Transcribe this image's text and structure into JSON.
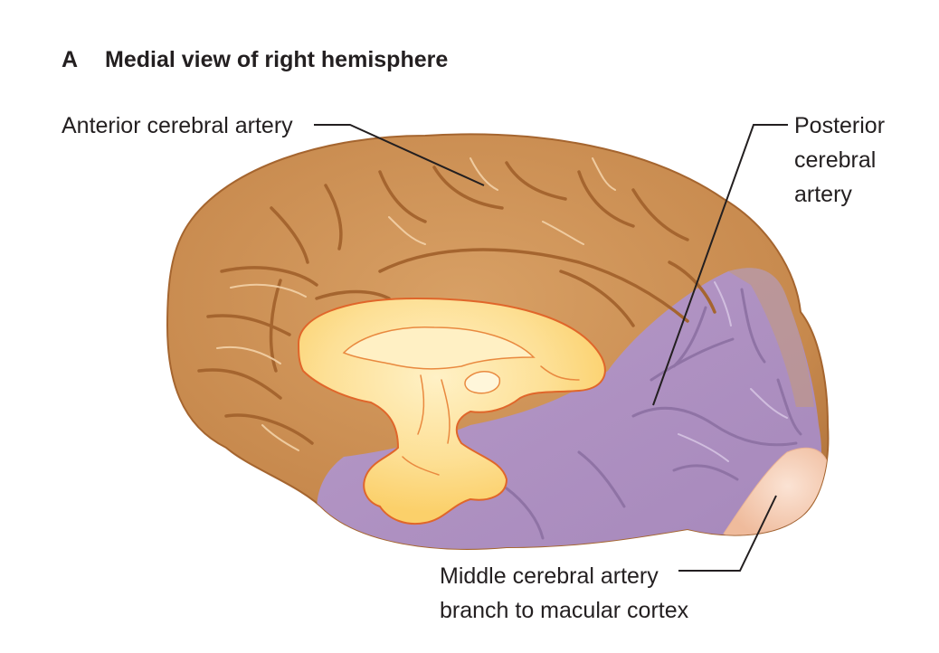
{
  "figure": {
    "letter": "A",
    "title": "Medial view of right hemisphere"
  },
  "labels": {
    "anterior": "Anterior cerebral artery",
    "posterior": [
      "Posterior",
      "cerebral",
      "artery"
    ],
    "middle": [
      "Middle cerebral artery",
      "branch to macular cortex"
    ]
  },
  "colors": {
    "anterior_territory": "#c7894d",
    "posterior_territory": "#b094c2",
    "middle_territory": "#f2c8b0",
    "corpus_callosum": "#fcd97c",
    "outline": "#a5652f",
    "leader_line": "#231f20"
  }
}
